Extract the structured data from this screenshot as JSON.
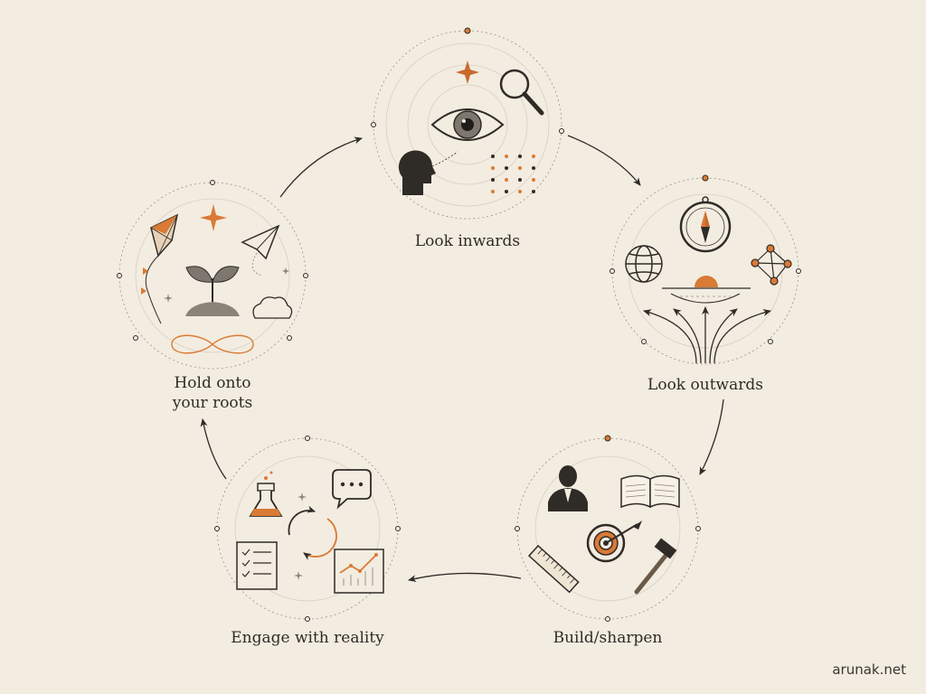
{
  "stages": [
    {
      "id": "look-inwards",
      "label_lines": [
        "Look inwards"
      ]
    },
    {
      "id": "look-outwards",
      "label_lines": [
        "Look outwards"
      ]
    },
    {
      "id": "build-sharpen",
      "label_lines": [
        "Build/sharpen"
      ]
    },
    {
      "id": "engage-with-reality",
      "label_lines": [
        "Engage with reality"
      ]
    },
    {
      "id": "hold-onto-roots",
      "label_lines": [
        "Hold onto",
        "your roots"
      ]
    }
  ],
  "watermark": "arunak.net",
  "colors": {
    "background": "#f3ece0",
    "ink": "#2f2b27",
    "accent": "#d97a35",
    "line": "#8a8378"
  },
  "icons": {
    "look-inwards": [
      "eye-icon",
      "magnifier-icon",
      "head-silhouette-icon",
      "compass-star-icon",
      "dot-grid-icon"
    ],
    "look-outwards": [
      "compass-icon",
      "globe-icon",
      "network-icon",
      "sunrise-icon",
      "diverging-arrows-icon"
    ],
    "build-sharpen": [
      "person-icon",
      "open-book-icon",
      "target-icon",
      "ruler-icon",
      "hammer-icon"
    ],
    "engage-with-reality": [
      "flask-icon",
      "speech-bubble-icon",
      "cycle-arrows-icon",
      "checklist-icon",
      "chart-icon"
    ],
    "hold-onto-roots": [
      "kite-icon",
      "star-icon",
      "paper-plane-icon",
      "sprout-icon",
      "cloud-icon",
      "infinity-icon"
    ]
  }
}
